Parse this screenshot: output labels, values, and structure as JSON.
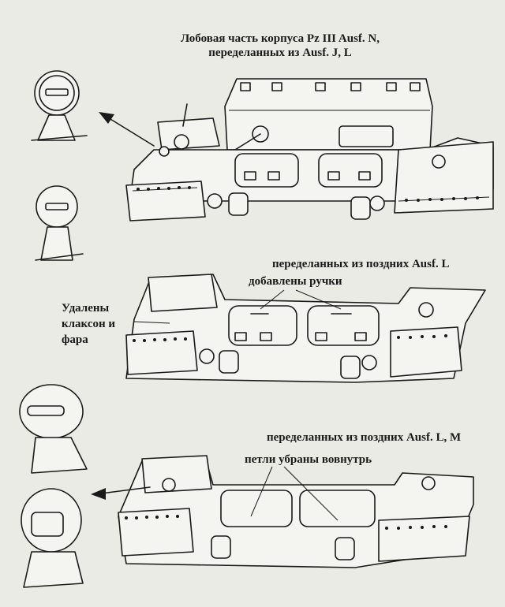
{
  "captions": {
    "title_line1": "Лобовая часть корпуса Pz III Ausf. N,",
    "title_line2": "переделанных из Ausf. J, L",
    "section2_title": "переделанных из поздних Ausf. L",
    "section2_handles": "добавлены ручки",
    "removed_line1": "Удалены",
    "removed_line2": "клаксон и",
    "removed_line3": "фара",
    "section3_title": "переделанных из поздних Ausf. L, M",
    "section3_hinges": "петли убраны вовнутрь"
  },
  "colors": {
    "paper": "#ebebe6",
    "ink": "#1a1a1a"
  }
}
